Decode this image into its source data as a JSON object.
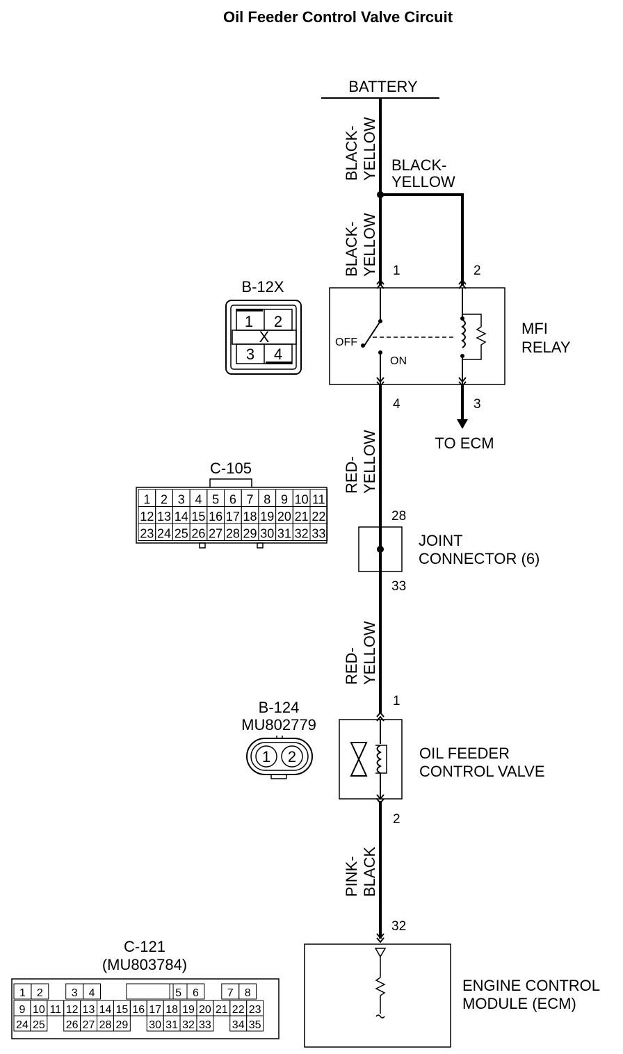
{
  "title": "Oil Feeder Control Valve Circuit",
  "labels": {
    "battery": "BATTERY",
    "wire_by": [
      "BLACK-",
      "YELLOW"
    ],
    "wire_ry": [
      "RED-",
      "YELLOW"
    ],
    "wire_pb": [
      "PINK-",
      "BLACK"
    ],
    "relay": [
      "MFI",
      "RELAY"
    ],
    "to_ecm": "TO ECM",
    "joint": [
      "JOINT",
      "CONNECTOR (6)"
    ],
    "valve": [
      "OIL FEEDER",
      "CONTROL VALVE"
    ],
    "ecm": [
      "ENGINE CONTROL",
      "MODULE (ECM)"
    ],
    "off": "OFF",
    "on": "ON"
  },
  "pins": {
    "relay_1": "1",
    "relay_2": "2",
    "relay_3": "3",
    "relay_4": "4",
    "joint_in": "28",
    "joint_out": "33",
    "valve_1": "1",
    "valve_2": "2",
    "ecm_in": "32"
  },
  "connectors": {
    "b12x": {
      "name": "B-12X",
      "pins": [
        "1",
        "2",
        "3",
        "4"
      ],
      "mark": "X"
    },
    "c105": {
      "name": "C-105",
      "rows": [
        [
          "1",
          "2",
          "3",
          "4",
          "5",
          "6",
          "7",
          "8",
          "9",
          "10",
          "11"
        ],
        [
          "12",
          "13",
          "14",
          "15",
          "16",
          "17",
          "18",
          "19",
          "20",
          "21",
          "22"
        ],
        [
          "23",
          "24",
          "25",
          "26",
          "27",
          "28",
          "29",
          "30",
          "31",
          "32",
          "33"
        ]
      ]
    },
    "b124": {
      "name": "B-124",
      "part": "MU802779",
      "pins": [
        "1",
        "2"
      ]
    },
    "c121": {
      "name": "C-121",
      "part": "(MU803784)",
      "row1": [
        "1",
        "2",
        "",
        "3",
        "4",
        "",
        "",
        "",
        "",
        "5",
        "6",
        "",
        "7",
        "8"
      ],
      "row2": [
        "9",
        "10",
        "11",
        "12",
        "13",
        "14",
        "15",
        "16",
        "17",
        "18",
        "19",
        "20",
        "21",
        "22",
        "23"
      ],
      "row3": [
        "24",
        "25",
        "",
        "26",
        "27",
        "28",
        "29",
        "",
        "30",
        "31",
        "32",
        "33",
        "",
        "34",
        "35"
      ]
    }
  }
}
